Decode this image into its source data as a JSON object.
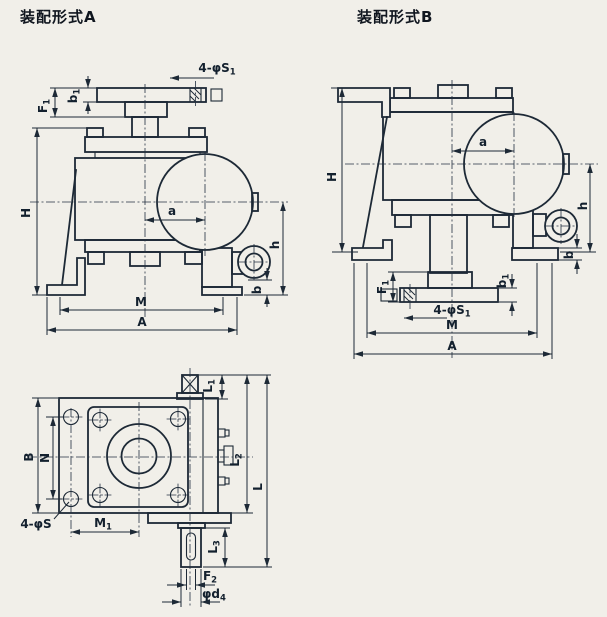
{
  "titles": {
    "form_a": "装配形式A",
    "form_b": "装配形式B"
  },
  "form_a": {
    "top_holes": {
      "text": "4-φS",
      "sub": "1"
    },
    "f1": {
      "text": "F",
      "sub": "1"
    },
    "b1": {
      "text": "b",
      "sub": "1"
    },
    "height": "H",
    "center_dist": "a",
    "shaft_height": "h",
    "foot_thickness": "b",
    "bolt_span": "M",
    "base_width": "A"
  },
  "form_b": {
    "bottom_holes": {
      "text": "4-φS",
      "sub": "1"
    },
    "f1": {
      "text": "F",
      "sub": "1"
    },
    "b1": {
      "text": "b",
      "sub": "1"
    },
    "height": "H",
    "center_dist": "a",
    "shaft_height": "h",
    "foot_thickness": "b",
    "bolt_span": "M",
    "base_width": "A"
  },
  "plan": {
    "body_width": "B",
    "hole_span": "N",
    "base_holes": "4-φS",
    "m1": {
      "text": "M",
      "sub": "1"
    },
    "l1": {
      "text": "L",
      "sub": "1"
    },
    "l2": {
      "text": "L",
      "sub": "2"
    },
    "total_length": "L",
    "l3": {
      "text": "L",
      "sub": "3"
    },
    "f2": {
      "text": "F",
      "sub": "2"
    },
    "d4": {
      "text": "φd",
      "sub": "4"
    }
  }
}
